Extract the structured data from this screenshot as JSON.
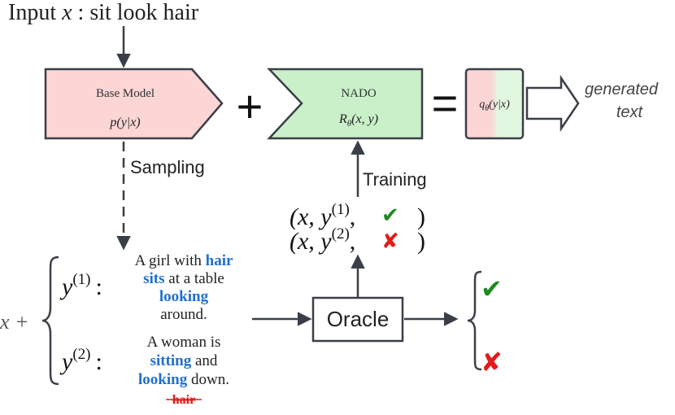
{
  "title": {
    "prefix": "Input ",
    "var": "x",
    "suffix": " : sit look hair"
  },
  "base_model": {
    "name": "Base Model",
    "formula": "p(y|x)",
    "fill": "#fcd5d5"
  },
  "nado": {
    "name": "NADO",
    "formula": "R",
    "formula_sub": "θ",
    "formula_args": "(x, y)",
    "fill": "#c9f0c9"
  },
  "q_box": {
    "formula": "q",
    "formula_sub": "θ",
    "formula_args": "(y|x)",
    "fill_left": "#fcd5d5",
    "fill_right": "#e2f7e0"
  },
  "operators": {
    "plus": "+",
    "equals": "="
  },
  "generated": {
    "line1": "generated",
    "line2": "text"
  },
  "labels": {
    "sampling": "Sampling",
    "training": "Training",
    "oracle": "Oracle"
  },
  "pairs": [
    {
      "open": "(x, y",
      "sup": "(1)",
      "sep": ",",
      "mark": "✔",
      "close": ")"
    },
    {
      "open": "(x, y",
      "sup": "(2)",
      "sep": ",",
      "mark": "✘",
      "close": ")"
    }
  ],
  "samples_prefix": "x +",
  "samples": [
    {
      "var": "y",
      "sup": "(1)",
      "colon": ":",
      "lines": [
        [
          {
            "t": "A girl with ",
            "hl": false
          },
          {
            "t": "hair",
            "hl": true
          }
        ],
        [
          {
            "t": "sits",
            "hl": true
          },
          {
            "t": " at a table",
            "hl": false
          }
        ],
        [
          {
            "t": "looking",
            "hl": true
          }
        ],
        [
          {
            "t": "around.",
            "hl": false
          }
        ]
      ]
    },
    {
      "var": "y",
      "sup": "(2)",
      "colon": ":",
      "lines": [
        [
          {
            "t": "A woman is",
            "hl": false
          }
        ],
        [
          {
            "t": "sitting",
            "hl": true
          },
          {
            "t": " and",
            "hl": false
          }
        ],
        [
          {
            "t": "looking",
            "hl": true
          },
          {
            "t": " down.",
            "hl": false
          }
        ]
      ],
      "missing": "hair"
    }
  ],
  "results": [
    {
      "mark": "✔"
    },
    {
      "mark": "✘"
    }
  ],
  "colors": {
    "highlight": "#1f6fd1",
    "check": "#1e8a1e",
    "cross": "#e21b1b",
    "missing": "#e21b1b",
    "arrow": "#3a3f47",
    "text": "#222222"
  }
}
